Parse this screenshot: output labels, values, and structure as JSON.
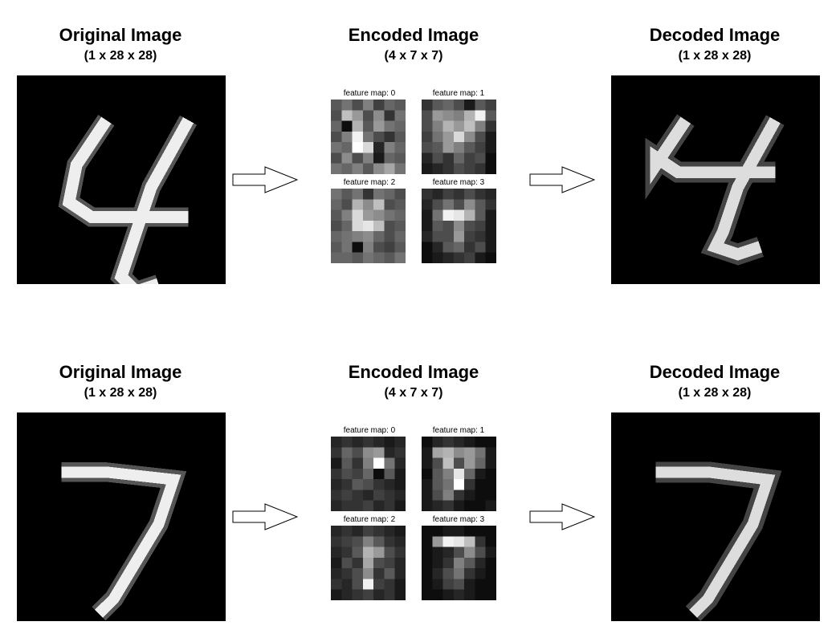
{
  "rows": [
    {
      "original": {
        "title": "Original Image",
        "shape": "(1 x 28 x 28)",
        "digit": "4"
      },
      "encoded": {
        "title": "Encoded Image",
        "shape": "(4 x 7 x 7)"
      },
      "decoded": {
        "title": "Decoded Image",
        "shape": "(1 x 28 x 28)",
        "digit": "4"
      },
      "feature_maps": [
        "feature map: 0",
        "feature map: 1",
        "feature map: 2",
        "feature map: 3"
      ]
    },
    {
      "original": {
        "title": "Original Image",
        "shape": "(1 x 28 x 28)",
        "digit": "7"
      },
      "encoded": {
        "title": "Encoded Image",
        "shape": "(4 x 7 x 7)"
      },
      "decoded": {
        "title": "Decoded Image",
        "shape": "(1 x 28 x 28)",
        "digit": "7"
      },
      "feature_maps": [
        "feature map: 0",
        "feature map: 1",
        "feature map: 2",
        "feature map: 3"
      ]
    }
  ],
  "colors": {
    "background": "#ffffff",
    "image_bg": "#000000",
    "stroke": "#ffffff",
    "arrow": "#000000"
  }
}
